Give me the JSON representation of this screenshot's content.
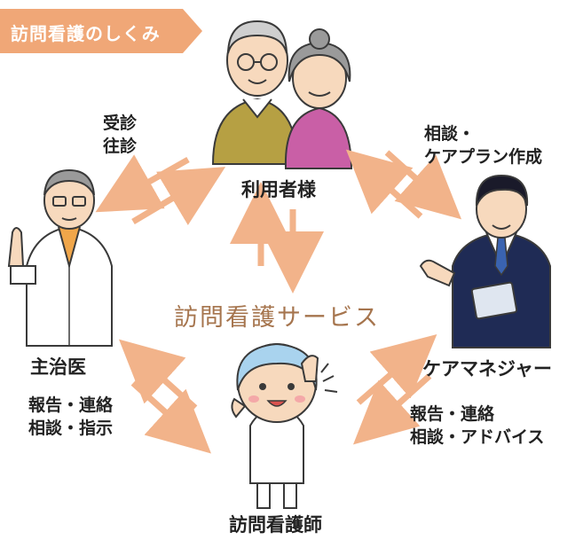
{
  "title": "訪問看護のしくみ",
  "center_label": "訪問看護サービス",
  "nodes": {
    "user": "利用者様",
    "doctor": "主治医",
    "care_manager": "ケアマネジャー",
    "nurse": "訪問看護師"
  },
  "relations": {
    "doctor_user": [
      "受診",
      "往診"
    ],
    "user_caremanager": [
      "相談・",
      "ケアプラン作成"
    ],
    "doctor_nurse": [
      "報告・連絡",
      "相談・指示"
    ],
    "caremanager_nurse": [
      "報告・連絡",
      "相談・アドバイス"
    ]
  },
  "colors": {
    "arrow": "#f2b38a",
    "tab": "#f0a777",
    "center_text": "#a6754e"
  }
}
